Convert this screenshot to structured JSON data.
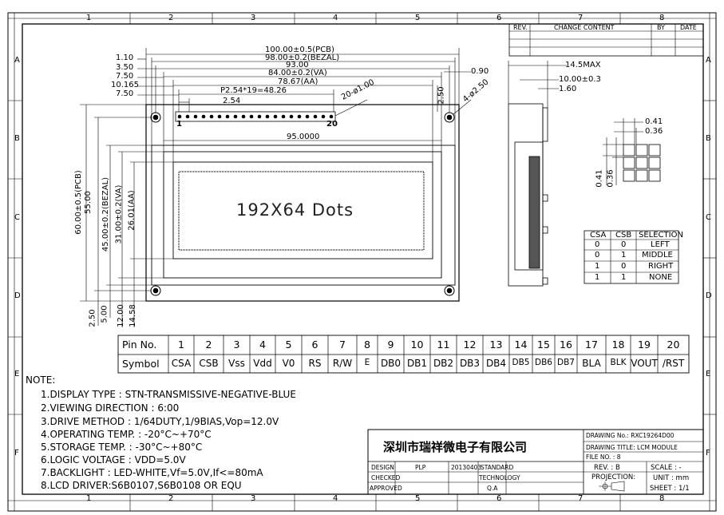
{
  "frame": {
    "col_numbers": [
      "1",
      "2",
      "3",
      "4",
      "5",
      "6",
      "7",
      "8"
    ],
    "row_letters": [
      "A",
      "B",
      "C",
      "D",
      "E",
      "F"
    ]
  },
  "revision_table": {
    "headers": [
      "REV.",
      "CHANGE CONTENT",
      "BY",
      "DATE"
    ]
  },
  "front_view": {
    "display_text": "192X64 Dots",
    "dims_top": [
      "100.00±0.5(PCB)",
      "98.00±0.2(BEZAL)",
      "93.00",
      "84.00±0.2(VA)",
      "78.67(AA)",
      "P2.54*19=48.26",
      "2.54",
      "95.0000",
      "20-ø1.00",
      "4-ø2.50"
    ],
    "dims_left_labels": [
      "1.10",
      "3.50",
      "7.50",
      "10.165",
      "7.50"
    ],
    "dims_right": [
      "0.90",
      "2.50"
    ],
    "vertical_dims": [
      "60.00±0.5(PCB)",
      "55.00",
      "45.00±0.2(BEZAL)",
      "31.00±0.2(VA)",
      "26.01(AA)"
    ],
    "bottom_dims": [
      "2.50",
      "5.00",
      "12.00",
      "14.58"
    ],
    "pin_first": "1",
    "pin_last": "20"
  },
  "side_view": {
    "dims": [
      "14.5MAX",
      "10.00±0.3",
      "1.60"
    ]
  },
  "dot_detail": {
    "dims": [
      "0.41",
      "0.36",
      "0.41",
      "0.36"
    ]
  },
  "selection_table": {
    "headers": [
      "CSA",
      "CSB",
      "SELECTION"
    ],
    "rows": [
      [
        "0",
        "0",
        "LEFT"
      ],
      [
        "0",
        "1",
        "MIDDLE"
      ],
      [
        "1",
        "0",
        "RIGHT"
      ],
      [
        "1",
        "1",
        "NONE"
      ]
    ]
  },
  "pin_table": {
    "row1_label": "Pin  No.",
    "row2_label": "Symbol",
    "pins": [
      "1",
      "2",
      "3",
      "4",
      "5",
      "6",
      "7",
      "8",
      "9",
      "10",
      "11",
      "12",
      "13",
      "14",
      "15",
      "16",
      "17",
      "18",
      "19",
      "20"
    ],
    "symbols": [
      "CSA",
      "CSB",
      "Vss",
      "Vdd",
      "V0",
      "RS",
      "R/W",
      "E",
      "DB0",
      "DB1",
      "DB2",
      "DB3",
      "DB4",
      "DB5",
      "DB6",
      "DB7",
      "BLA",
      "BLK",
      "VOUT",
      "/RST"
    ]
  },
  "notes": {
    "title": "NOTE:",
    "items": [
      "1.DISPLAY TYPE : STN-TRANSMISSIVE-NEGATIVE-BLUE",
      "2.VIEWING DIRECTION : 6:00",
      "3.DRIVE METHOD : 1/64DUTY,1/9BIAS,Vop=12.0V",
      "4.OPERATING TEMP. : -20°C~+70°C",
      "5.STORAGE TEMP. : -30°C~+80°C",
      "6.LOGIC VOLTAGE : VDD=5.0V",
      "7.BACKLIGHT : LED-WHITE,Vf=5.0V,If<=80mA",
      "8.LCD DRIVER:S6B0107,S6B0108 OR EQU"
    ]
  },
  "title_block": {
    "company": "深圳市瑞祥微电子有限公司",
    "drawing_no": "DRAWING No.: RXC19264D00",
    "drawing_title": "DRAWING TITLE: LCM MODULE",
    "file_no": "FILE NO. : 8",
    "rev": "REV. : B",
    "scale": "SCALE : -",
    "projection": "PROJECTION:",
    "unit": "UNIT : mm",
    "sheet": "SHEET : 1/1",
    "design_label": "DESIGN",
    "design_value": "PLP",
    "design_date": "20130403",
    "standard": "STANDARD",
    "checked": "CHECKED",
    "technology": "TECHNOLOGY",
    "approved": "APPROVED",
    "qa": "Q.A"
  }
}
